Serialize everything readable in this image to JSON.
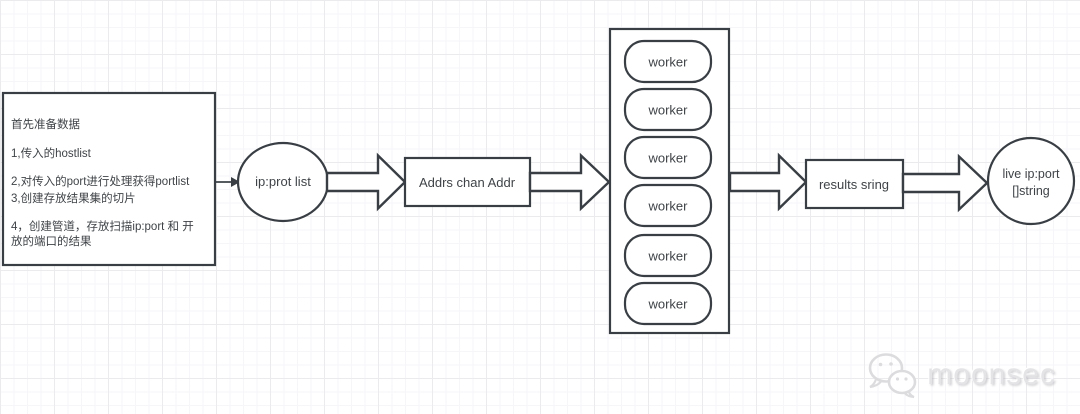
{
  "diagram": {
    "prep_box": {
      "lines": [
        "首先准备数据",
        "1,传入的hostlist",
        "2,对传入的port进行处理获得portlist",
        "3,创建存放结果集的切片",
        "4，创建管道，存放扫描ip:port 和 开",
        "放的端口的结果"
      ]
    },
    "input_ellipse": {
      "label": "ip:prot list"
    },
    "addrs_box": {
      "label": "Addrs chan Addr"
    },
    "worker_pool": {
      "workers": [
        "worker",
        "worker",
        "worker",
        "worker",
        "worker",
        "worker"
      ]
    },
    "results_box": {
      "label": "results sring"
    },
    "output_circle": {
      "line1": "live ip:port",
      "line2": "[]string"
    }
  },
  "colors": {
    "shape_stroke": "#383e44",
    "text": "#3f4347",
    "grid_minor": "#f6f6f8",
    "grid_major": "#ebebee",
    "watermark": "#e4e4e7"
  },
  "watermark": {
    "icon": "wechat-icon",
    "text": "moonsec"
  }
}
